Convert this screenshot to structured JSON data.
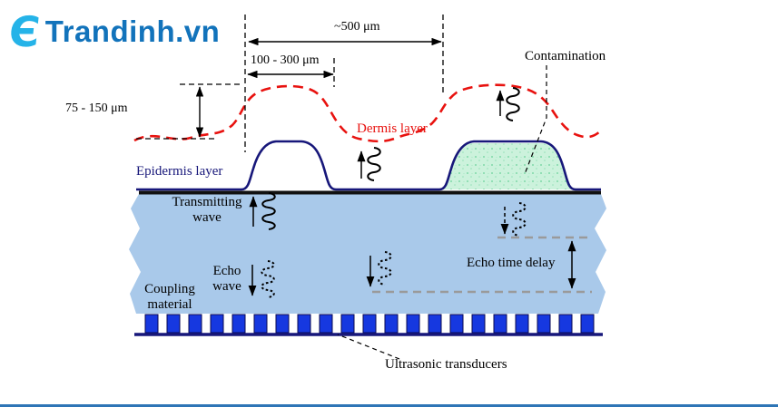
{
  "branding": {
    "site_name": "Trandinh.vn",
    "logo_glyph": "Є",
    "brand_text_color": "#1273bb",
    "logo_icon_color": "#25b3e8"
  },
  "diagram": {
    "dimensions": {
      "pitch": "~500 μm",
      "ridge_width": "100 - 300 μm",
      "ridge_height": "75 - 150 μm"
    },
    "labels": {
      "contamination": "Contamination",
      "dermis_layer": "Dermis layer",
      "epidermis_layer": "Epidermis layer",
      "transmitting_wave_line1": "Transmitting",
      "transmitting_wave_line2": "wave",
      "echo_wave_line1": "Echo",
      "echo_wave_line2": "wave",
      "coupling_material_line1": "Coupling",
      "coupling_material_line2": "material",
      "echo_time_delay": "Echo time delay",
      "ultrasonic_transducers": "Ultrasonic transducers"
    },
    "colors": {
      "dermis_line": "#e8120f",
      "epidermis_line": "#17177a",
      "coupling_fill": "#a9c9ea",
      "contamination_fill": "#ccf2dc",
      "transducer_fill": "#1638e0",
      "echo_delay_dash": "#9a9a9a"
    }
  }
}
